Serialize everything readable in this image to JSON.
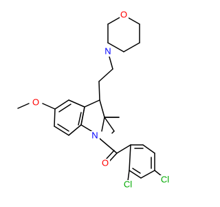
{
  "colors": {
    "bond": "#000000",
    "oxygen": "#ff0000",
    "nitrogen": "#0000ff",
    "chlorine": "#00aa00",
    "carbon_text": "#000000",
    "background": "#ffffff"
  },
  "atoms": {
    "morpholine_o": "O",
    "morpholine_n": "N",
    "methoxy_o": "O",
    "indoline_n": "N",
    "carbonyl_o": "O",
    "cl_2": "Cl",
    "cl_3": "Cl"
  }
}
